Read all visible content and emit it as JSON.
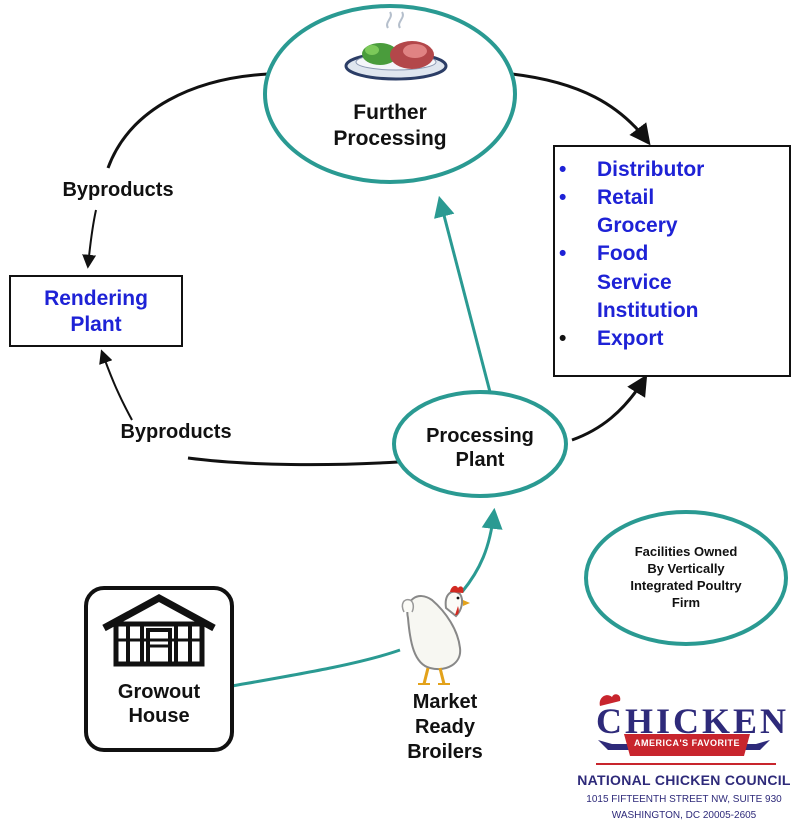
{
  "nodes": {
    "further_processing": {
      "line1": "Further",
      "line2": "Processing"
    },
    "distribution_list": [
      {
        "bullet": "•",
        "text": "Distributor",
        "bullet_color": "#1e22d6"
      },
      {
        "bullet": "•",
        "text": "Retail Grocery",
        "bullet_color": "#1e22d6"
      },
      {
        "bullet": "•",
        "text": "Food Service Institution",
        "bullet_color": "#1e22d6"
      },
      {
        "bullet": "•",
        "text": "Export",
        "bullet_color": "#111111"
      }
    ],
    "rendering_plant": {
      "line1": "Rendering",
      "line2": "Plant"
    },
    "processing_plant": {
      "line1": "Processing",
      "line2": "Plant"
    },
    "growout_house": {
      "line1": "Growout",
      "line2": "House"
    },
    "market_ready_broilers": {
      "line1": "Market",
      "line2": "Ready",
      "line3": "Broilers"
    },
    "facilities_note": {
      "line1": "Facilities Owned",
      "line2": "By Vertically",
      "line3": "Integrated Poultry",
      "line4": "Firm"
    }
  },
  "edge_labels": {
    "byproducts_top": "Byproducts",
    "byproducts_bottom": "Byproducts"
  },
  "logo": {
    "wordmark": "CHICKEN",
    "ribbon": "AMERICA'S FAVORITE",
    "org": "NATIONAL CHICKEN COUNCIL",
    "address1": "1015 FIFTEENTH STREET NW, SUITE 930",
    "address2": "WASHINGTON, DC 20005-2605"
  },
  "colors": {
    "teal": "#2a9a92",
    "blue_text": "#1e22d6",
    "black": "#111111",
    "logo_navy": "#2e2a7a",
    "logo_red": "#c8252d"
  }
}
